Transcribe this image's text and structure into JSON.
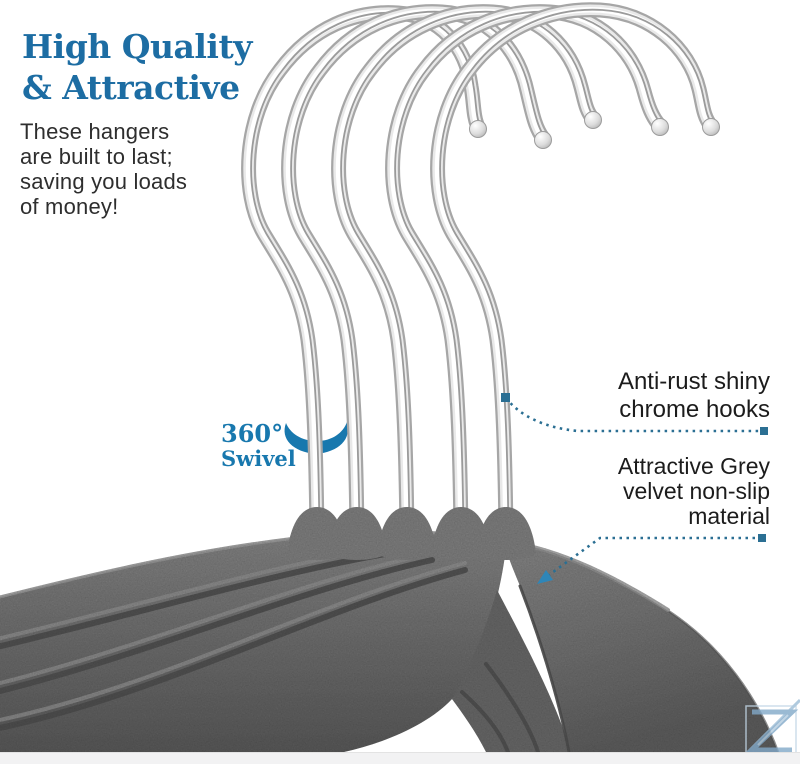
{
  "headline": {
    "line1": "High Quality",
    "line2": "& Attractive"
  },
  "description": {
    "lines": [
      "These hangers",
      "are built to last;",
      "saving you loads",
      "of money!"
    ]
  },
  "swivel": {
    "degrees": "360°",
    "label": "Swivel"
  },
  "callouts": {
    "hooks": {
      "lines": [
        "Anti-rust shiny",
        "chrome hooks"
      ]
    },
    "velvet": {
      "lines": [
        "Attractive Grey",
        "velvet non-slip",
        "material"
      ]
    }
  },
  "product": {
    "hanger_count": 5
  },
  "colors": {
    "heading_blue": "#1d6da3",
    "accent_blue": "#1878ae",
    "callout_line_blue": "#2b6f93",
    "arrow_blue": "#2e86b8",
    "text_dark": "#2e2e2e",
    "velvet_grey": "#707070",
    "velvet_shadow": "#4d4d4d",
    "chrome_silver": "#e9e9e9",
    "watermark_blue": "#8fb4d2",
    "footer_strip_grey": "#f2f2f3"
  }
}
